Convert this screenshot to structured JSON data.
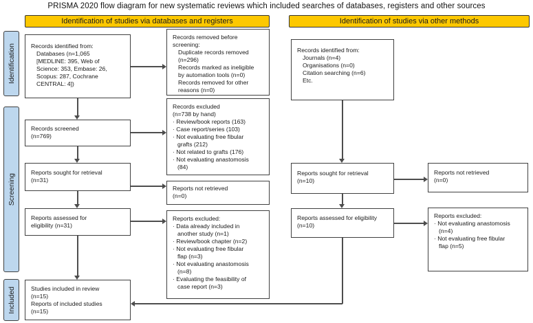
{
  "title": "PRISMA 2020 flow diagram for new systematic reviews which included searches of databases, registers and other sources",
  "colors": {
    "header_bg": "#fdc800",
    "stage_bg": "#bdd7ee",
    "box_border": "#3f3f3f",
    "connector": "#4d4d4d"
  },
  "headers": {
    "databases": "Identification of studies via databases and registers",
    "other_methods": "Identification of studies via other methods"
  },
  "stages": {
    "identification": "Identification",
    "screening": "Screening",
    "included": "Included"
  },
  "boxes": {
    "records_identified_db": {
      "lines": [
        "Records identified from:",
        "Databases (n=1,065",
        "[MEDLINE: 395, Web of",
        "Science: 353, Embase: 26,",
        "Scopus: 287, Cochrane",
        "CENTRAL: 4])"
      ]
    },
    "records_removed": {
      "lines": [
        "Records removed before",
        "screening:",
        "Duplicate records removed",
        "(n=296)",
        "Records marked as ineligible",
        "by automation tools (n=0)",
        "Records removed for other",
        "reasons (n=0)"
      ]
    },
    "records_screened": {
      "lines": [
        "Records screened",
        "(n=769)"
      ]
    },
    "records_excluded": {
      "lines": [
        "Records excluded",
        "(n=738 by hand)",
        "· Review/book reports (163)",
        "· Case report/series (103)",
        "· Not evaluating free fibular",
        "grafts (212)",
        "· Not related to grafts (176)",
        "· Not evaluating anastomosis",
        "(84)"
      ]
    },
    "reports_sought_db": {
      "lines": [
        "Reports sought for retrieval",
        "(n=31)"
      ]
    },
    "reports_not_retrieved_db": {
      "lines": [
        "Reports not retrieved",
        "(n=0)"
      ]
    },
    "reports_assessed_db": {
      "lines": [
        "Reports assessed for",
        "eligibility (n=31)"
      ]
    },
    "reports_excluded_db": {
      "lines": [
        "Reports excluded:",
        "· Data already included in",
        "another study (n=1)",
        "· Review/book chapter (n=2)",
        "· Not evaluating free fibular",
        "flap (n=3)",
        "· Not evaluating anastomosis",
        "(n=8)",
        "· Evaluating the feasibility of",
        "case report (n=3)"
      ]
    },
    "studies_included": {
      "lines": [
        "Studies included in review",
        "(n=15)",
        "Reports of included studies",
        "(n=15)"
      ]
    },
    "records_identified_other": {
      "lines": [
        "Records identified from:",
        "Journals (n=4)",
        "Organisations (n=0)",
        "Citation searching (n=6)",
        "Etc."
      ]
    },
    "reports_sought_other": {
      "lines": [
        "Reports sought for retrieval",
        "(n=10)"
      ]
    },
    "reports_not_retrieved_other": {
      "lines": [
        "Reports not retrieved",
        "(n=0)"
      ]
    },
    "reports_assessed_other": {
      "lines": [
        "Reports assessed for eligibility",
        "(n=10)"
      ]
    },
    "reports_excluded_other": {
      "lines": [
        "Reports excluded:",
        "· Not evaluating anastomosis",
        "(n=4)",
        "· Not evaluating free fibular",
        "flap (n=5)"
      ]
    }
  }
}
